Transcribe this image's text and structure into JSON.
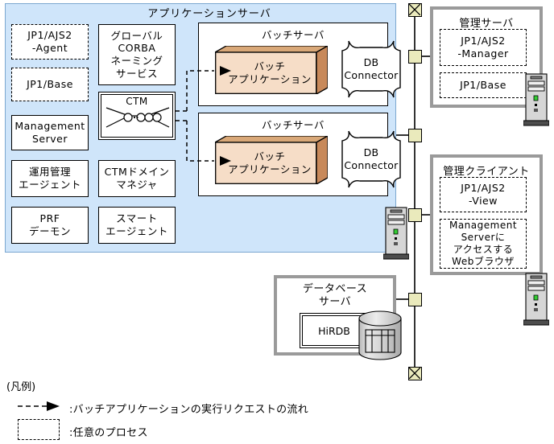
{
  "diagram": {
    "app_server": {
      "title": "アプリケーションサーバ",
      "left_column": [
        {
          "label": "JP1/AJS2\n-Agent",
          "style": "dashed"
        },
        {
          "label": "JP1/Base",
          "style": "dashed"
        },
        {
          "label": "Management\nServer",
          "style": "solid"
        },
        {
          "label": "運用管理\nエージェント",
          "style": "solid"
        },
        {
          "label": "PRF\nデーモン",
          "style": "solid"
        }
      ],
      "middle_column": [
        {
          "label": "グローバル\nCORBA\nネーミング\nサービス",
          "style": "solid"
        },
        {
          "label": "CTM",
          "style": "double"
        },
        {
          "label": "CTMドメイン\nマネジャ",
          "style": "solid"
        },
        {
          "label": "スマート\nエージェント",
          "style": "solid"
        }
      ],
      "batch_servers": [
        {
          "title": "バッチサーバ",
          "app_label": "バッチ\nアプリケーション",
          "db_connector_label": "DB\nConnector"
        },
        {
          "title": "バッチサーバ",
          "app_label": "バッチ\nアプリケーション",
          "db_connector_label": "DB\nConnector"
        }
      ]
    },
    "management_server": {
      "title": "管理サーバ",
      "items": [
        {
          "label": "JP1/AJS2\n-Manager",
          "style": "dashed"
        },
        {
          "label": "JP1/Base",
          "style": "dashed"
        }
      ]
    },
    "management_client": {
      "title": "管理クライアント",
      "items": [
        {
          "label": "JP1/AJS2\n-View",
          "style": "dashed"
        },
        {
          "label": "Management\nServerに\nアクセスする\nWebブラウザ",
          "style": "dashed"
        }
      ]
    },
    "database_server": {
      "title": "データベース\nサーバ",
      "items": [
        {
          "label": "HiRDB",
          "style": "double"
        }
      ]
    },
    "legend": {
      "title": "(凡例)",
      "rows": [
        {
          "symbol": "dashed-arrow",
          "text": ":バッチアプリケーションの実行リクエストの流れ"
        },
        {
          "symbol": "dashed-box",
          "text": ":任意のプロセス"
        }
      ]
    },
    "colors": {
      "panel_background": "#cfe5fa",
      "panel_border": "#7ba7d0",
      "batch_app_front": "#f6ddc7",
      "batch_app_top": "#d9a878",
      "frame_border": "#9a9a9a",
      "network_node": "#eaeabc",
      "line": "#000000"
    }
  }
}
